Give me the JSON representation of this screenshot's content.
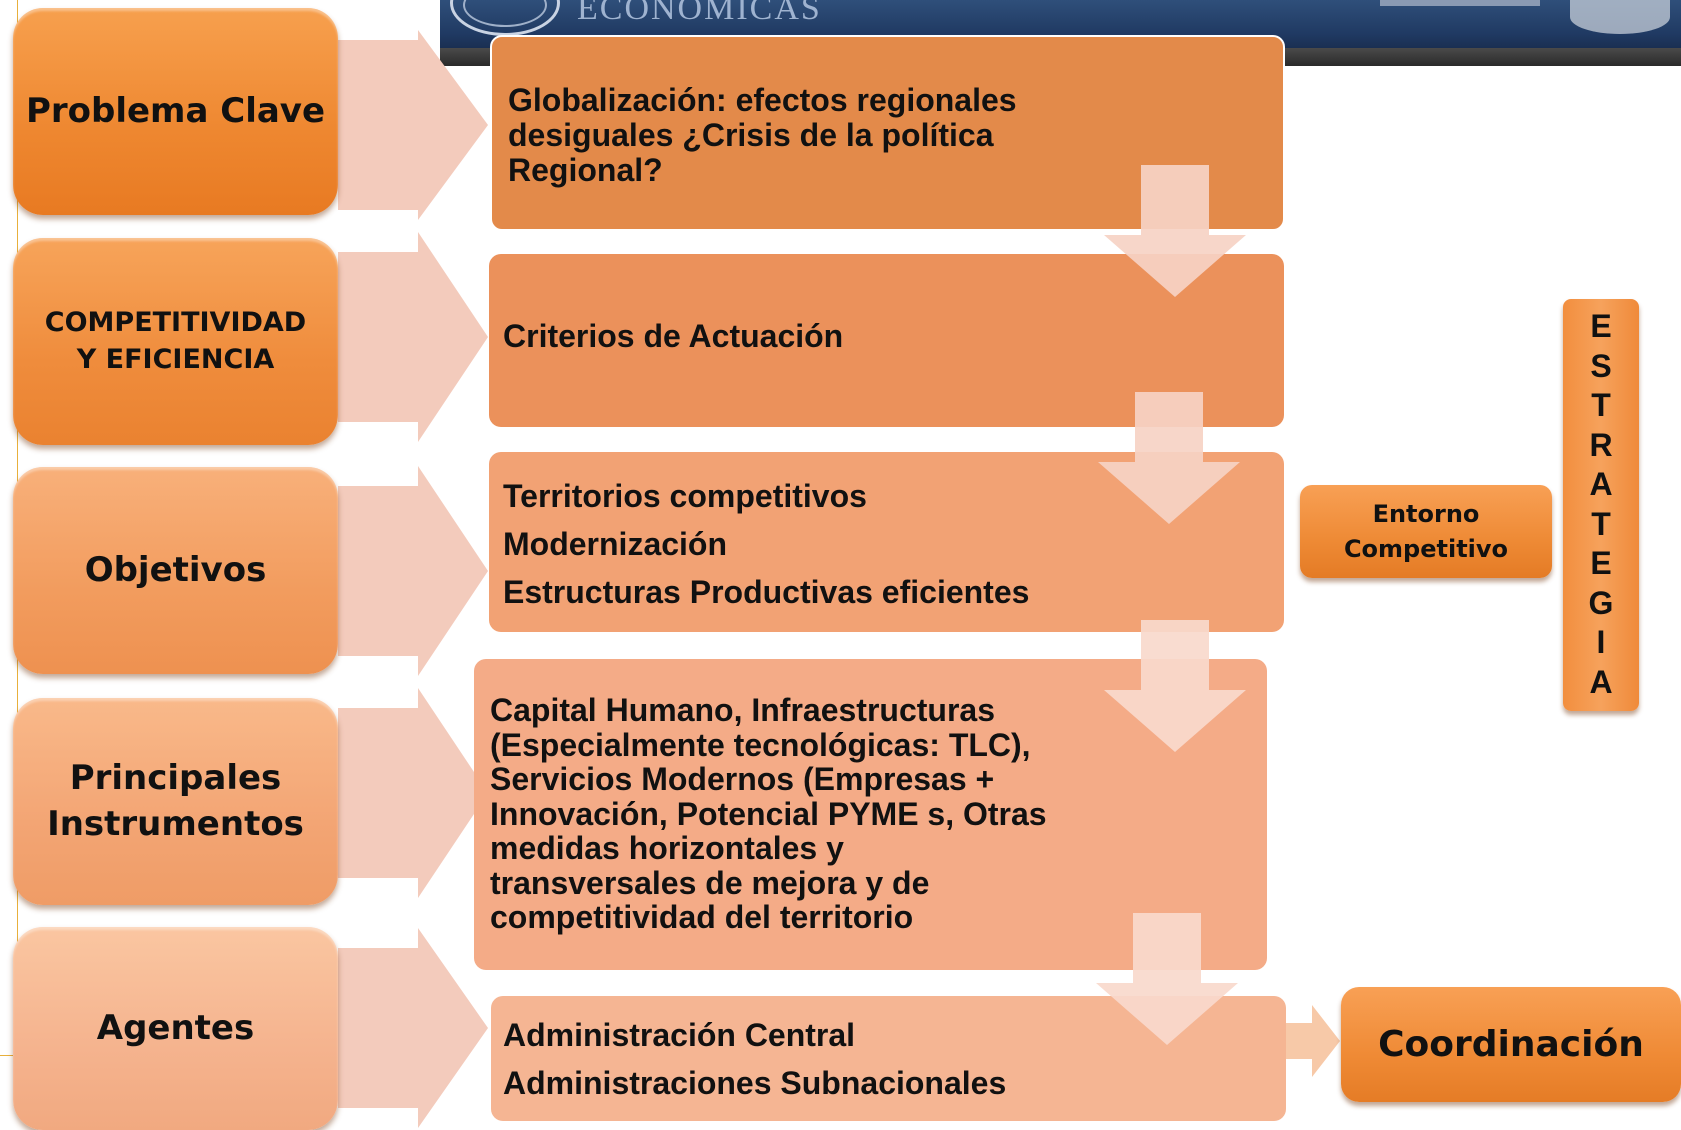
{
  "header": {
    "banner_text": "ECONÓMICAS"
  },
  "categories": [
    {
      "label": "Problema Clave"
    },
    {
      "label": "COMPETITIVIDAD Y EFICIENCIA"
    },
    {
      "label": "Objetivos"
    },
    {
      "label": "Principales Instrumentos"
    },
    {
      "label": "Agentes"
    }
  ],
  "boxes": {
    "problema": "Globalización: efectos regionales desiguales ¿Crisis de la política Regional?",
    "criterios": "Criterios de Actuación",
    "objetivos": [
      "Territorios competitivos",
      "Modernización",
      "Estructuras Productivas eficientes"
    ],
    "instrumentos": "Capital Humano, Infraestructuras (Especialmente tecnológicas: TLC), Servicios Modernos (Empresas + Innovación, Potencial PYME s, Otras medidas horizontales y transversales de mejora y de competitividad del territorio",
    "agentes": [
      "Administración Central",
      "Administraciones Subnacionales"
    ]
  },
  "side": {
    "entorno": "Entorno Competitivo",
    "estrategia": "ESTRATEGIA",
    "coordinacion": "Coordinación"
  },
  "colors": {
    "banner": "#203a63",
    "accent_orange": "#ee8730",
    "arrow_light": "#f3c9b9"
  }
}
